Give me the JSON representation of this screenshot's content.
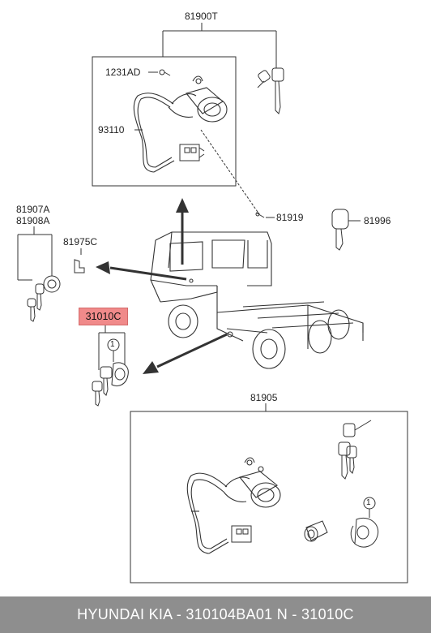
{
  "labels": {
    "p81900T": "81900T",
    "p1231AD": "1231AD",
    "p93110": "93110",
    "p81919": "81919",
    "p81996": "81996",
    "p81907A": "81907A",
    "p81908A": "81908A",
    "p81975C": "81975C",
    "p31010C": "31010C",
    "p81905": "81905",
    "callout_1a": "1",
    "callout_1b": "1"
  },
  "footer": {
    "text": "HYUNDAI  KIA - 310104BA01     N - 31010C"
  },
  "colors": {
    "highlight": "#f08a8a",
    "footer_bg": "#8e8e8e",
    "line": "#333333"
  }
}
